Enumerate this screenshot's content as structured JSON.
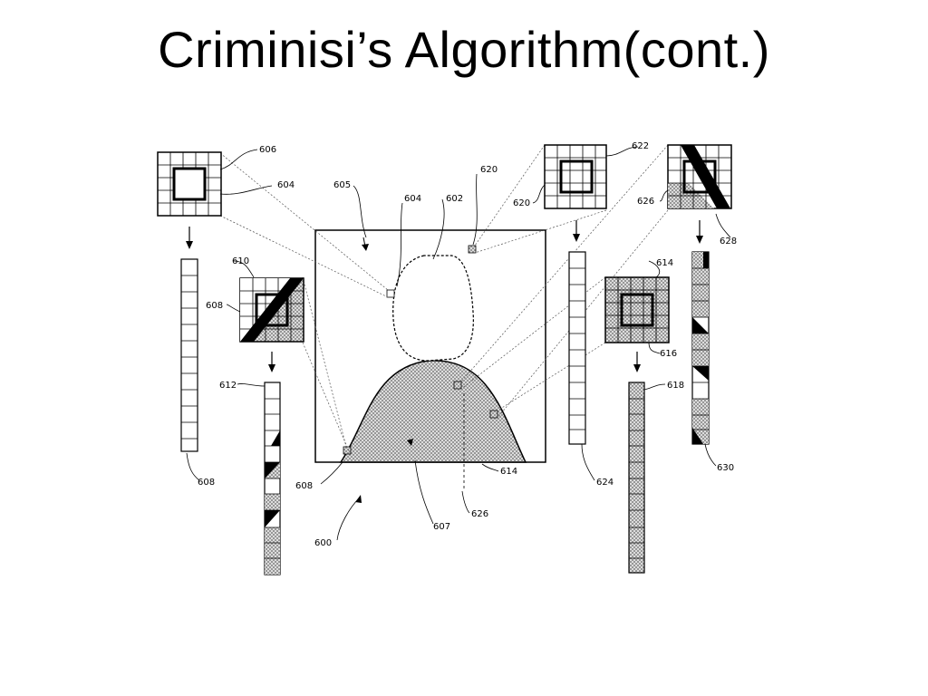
{
  "slide": {
    "title": "Criminisi’s Algorithm(cont.)"
  },
  "figure": {
    "labels": {
      "l606": "606",
      "l604a": "604",
      "l605": "605",
      "l604b": "604",
      "l602": "602",
      "l620a": "620",
      "l622": "622",
      "l620b": "620",
      "l626a": "626",
      "l628": "628",
      "l610": "610",
      "l608a": "608",
      "l612": "612",
      "l614a": "614",
      "l616": "616",
      "l618": "618",
      "l608b": "608",
      "l608c": "608",
      "l614b": "614",
      "l626b": "626",
      "l607": "607",
      "l600": "600",
      "l624": "624",
      "l630": "630"
    }
  }
}
